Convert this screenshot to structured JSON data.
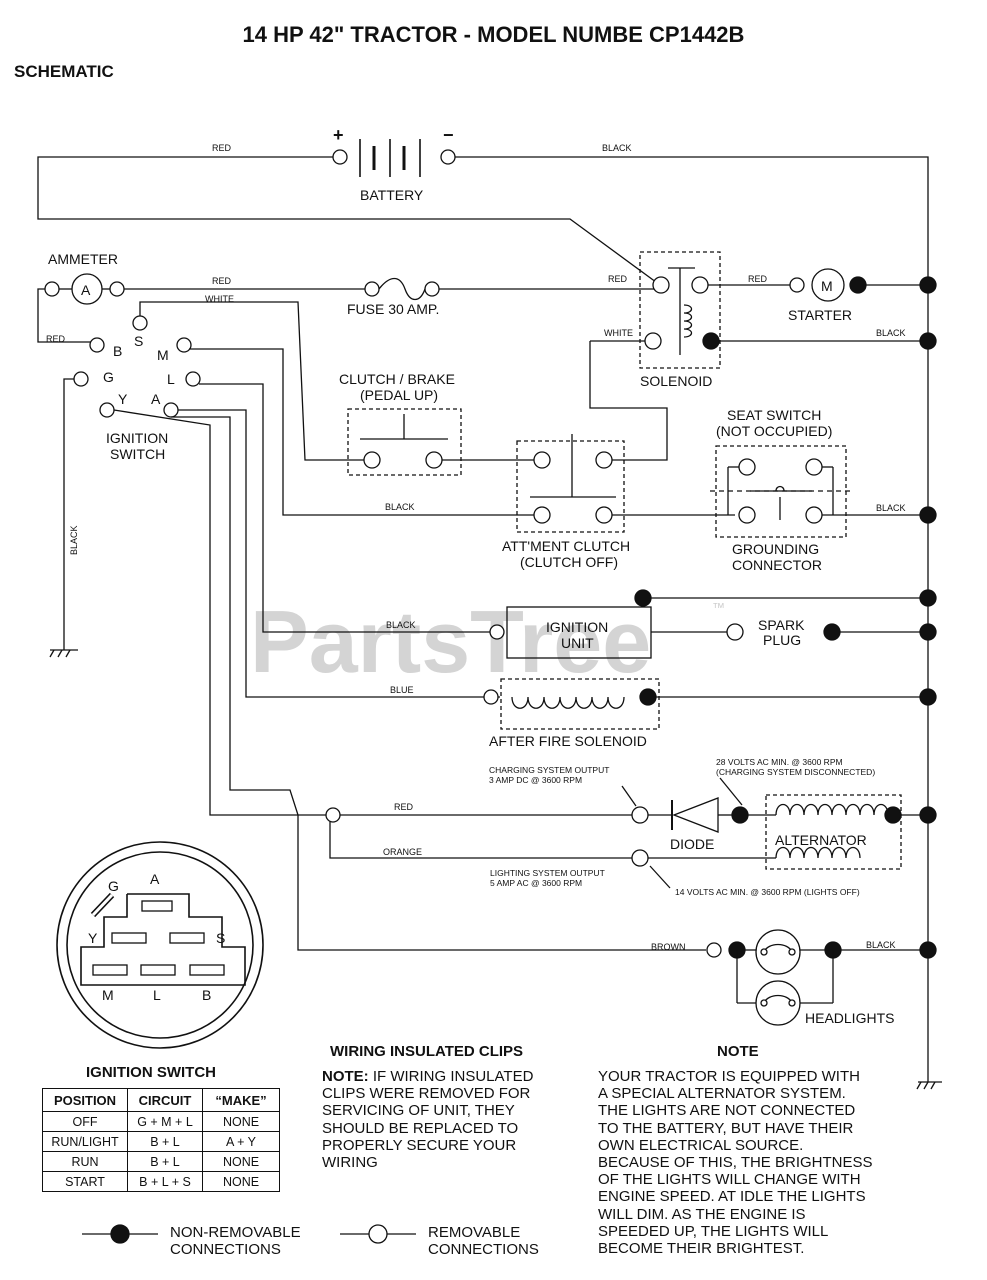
{
  "title": "14 HP 42\" TRACTOR - MODEL NUMBE CP1442B",
  "subtitle": "SCHEMATIC",
  "watermark": "PartsTree",
  "trademark": "™",
  "components": {
    "battery": "BATTERY",
    "battery_pos": "+",
    "battery_neg": "−",
    "ammeter": "AMMETER",
    "ammeter_symbol": "A",
    "fuse": "FUSE 30 AMP.",
    "solenoid": "SOLENOID",
    "starter": "STARTER",
    "starter_symbol": "M",
    "ignition_switch_line1": "IGNITION",
    "ignition_switch_line2": "SWITCH",
    "clutch_brake_line1": "CLUTCH / BRAKE",
    "clutch_brake_line2": "(PEDAL UP)",
    "seat_switch_line1": "SEAT SWITCH",
    "seat_switch_line2": "(NOT OCCUPIED)",
    "attment_clutch_line1": "ATT'MENT CLUTCH",
    "attment_clutch_line2": "(CLUTCH OFF)",
    "grounding_line1": "GROUNDING",
    "grounding_line2": "CONNECTOR",
    "ignition_unit_line1": "IGNITION",
    "ignition_unit_line2": "UNIT",
    "spark_plug_line1": "SPARK",
    "spark_plug_line2": "PLUG",
    "after_fire": "AFTER FIRE SOLENOID",
    "diode": "DIODE",
    "alternator": "ALTERNATOR",
    "headlights": "HEADLIGHTS"
  },
  "terminals": {
    "B": "B",
    "S": "S",
    "M": "M",
    "G": "G",
    "L": "L",
    "Y": "Y",
    "A": "A"
  },
  "wires": {
    "red": "RED",
    "black": "BLACK",
    "white": "WHITE",
    "blue": "BLUE",
    "orange": "ORANGE",
    "brown": "BROWN"
  },
  "annotations": {
    "charging_output_line1": "CHARGING SYSTEM OUTPUT",
    "charging_output_line2": "3 AMP DC @ 3600 RPM",
    "volts28_line1": "28 VOLTS AC MIN. @ 3600 RPM",
    "volts28_line2": "(CHARGING SYSTEM DISCONNECTED)",
    "lighting_output_line1": "LIGHTING SYSTEM OUTPUT",
    "lighting_output_line2": "5 AMP AC @ 3600 RPM",
    "volts14": "14 VOLTS AC MIN. @ 3600 RPM (LIGHTS OFF)"
  },
  "ignition_face": {
    "G": "G",
    "A": "A",
    "Y": "Y",
    "S": "S",
    "M": "M",
    "L": "L",
    "B": "B"
  },
  "ignition_table": {
    "heading": "IGNITION SWITCH",
    "headers": [
      "POSITION",
      "CIRCUIT",
      "“MAKE”"
    ],
    "rows": [
      [
        "OFF",
        "G + M + L",
        "NONE"
      ],
      [
        "RUN/LIGHT",
        "B + L",
        "A + Y"
      ],
      [
        "RUN",
        "B + L",
        "NONE"
      ],
      [
        "START",
        "B + L + S",
        "NONE"
      ]
    ]
  },
  "clips": {
    "heading": "WIRING INSULATED CLIPS",
    "note_label": "NOTE:",
    "lines": [
      " IF WIRING INSULATED",
      "CLIPS WERE REMOVED FOR",
      "SERVICING OF UNIT, THEY",
      "SHOULD BE REPLACED TO",
      "PROPERLY SECURE YOUR",
      "WIRING"
    ]
  },
  "note": {
    "heading": "NOTE",
    "lines": [
      "YOUR TRACTOR IS EQUIPPED WITH",
      "A SPECIAL ALTERNATOR SYSTEM.",
      "THE LIGHTS ARE NOT CONNECTED",
      "TO  THE BATTERY, BUT HAVE THEIR",
      "OWN ELECTRICAL SOURCE.",
      "BECAUSE OF THIS, THE BRIGHTNESS",
      "OF THE LIGHTS WILL CHANGE WITH",
      "ENGINE SPEED.  AT IDLE THE LIGHTS",
      "WILL DIM.  AS THE ENGINE IS",
      "SPEEDED UP, THE LIGHTS WILL",
      "BECOME THEIR BRIGHTEST."
    ]
  },
  "legend": {
    "nonremovable_line1": "NON-REMOVABLE",
    "nonremovable_line2": "CONNECTIONS",
    "removable_line1": "REMOVABLE",
    "removable_line2": "CONNECTIONS"
  },
  "colors": {
    "ink": "#111111",
    "watermark": "#d4d4d4"
  }
}
